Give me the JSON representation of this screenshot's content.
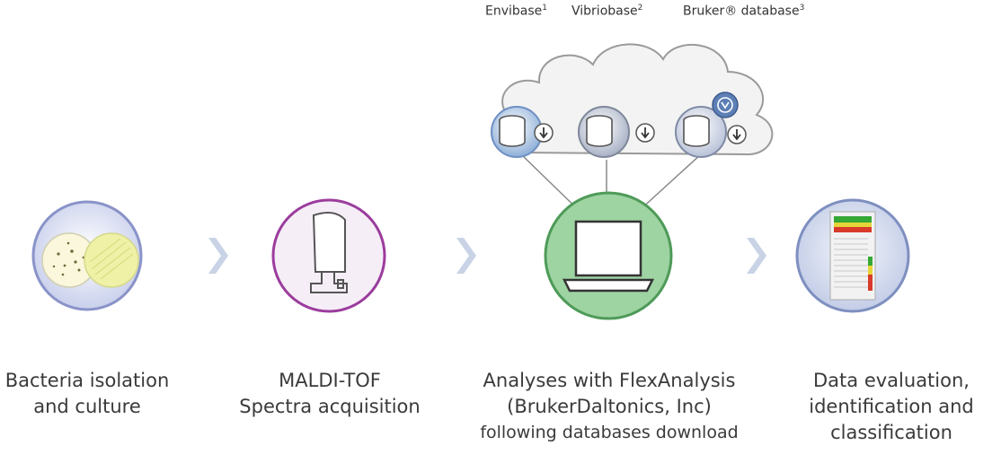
{
  "databases": [
    {
      "name": "Envibase",
      "sup": "1"
    },
    {
      "name": "Vibriobase",
      "sup": "2"
    },
    {
      "name": "Bruker® database",
      "sup": "3"
    }
  ],
  "steps": [
    {
      "line1": "Bacteria isolation",
      "line2": "and culture"
    },
    {
      "line1": "MALDI-TOF",
      "line2": "Spectra acquisition"
    },
    {
      "line1": "Analyses with FlexAnalysis",
      "line2": "(BrukerDaltonics, Inc)",
      "line3": "following databases download"
    },
    {
      "line1": "Data evaluation,",
      "line2": "identification and",
      "line3": "classification"
    }
  ],
  "colors": {
    "circle1_fill": "#dfe3f3",
    "circle1_stroke": "#8a93c8",
    "circle2_fill": "#f6eef7",
    "circle2_stroke": "#9b3c9d",
    "circle3_fill": "#9ed3a2",
    "circle3_stroke": "#4e9a58",
    "circle4_fill": "#dce3f2",
    "circle4_stroke": "#7e8fc0",
    "chevron": "#c9d3e6"
  }
}
